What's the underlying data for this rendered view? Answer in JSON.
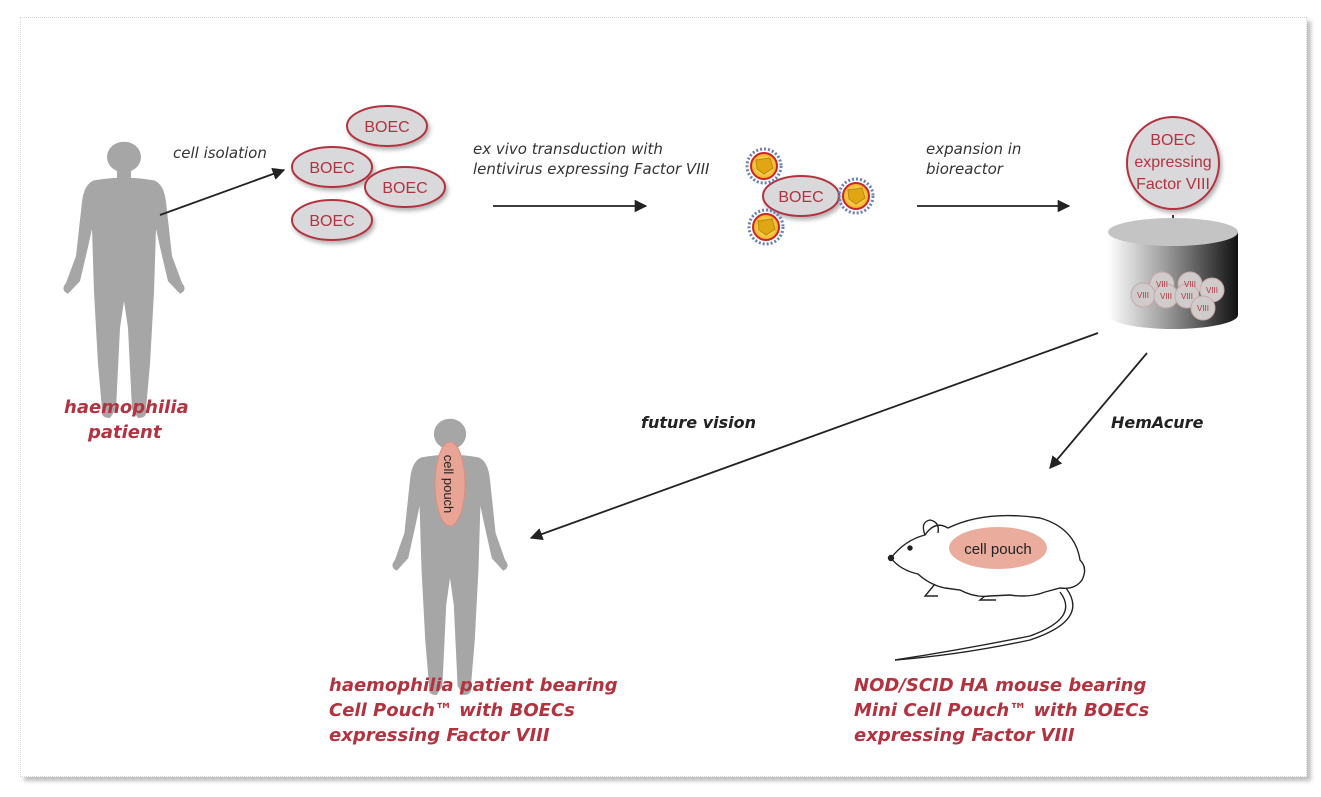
{
  "labels": {
    "cell_isolation": "cell isolation",
    "transduction_line1": "ex vivo transduction with",
    "transduction_line2": "lentivirus expressing Factor VIII",
    "expansion_line1": "expansion in",
    "expansion_line2": "bioreactor",
    "future_vision": "future vision",
    "hemacure": "HemAcure"
  },
  "cells": {
    "boec": "BOEC",
    "expressing_line1": "BOEC",
    "expressing_line2": "expressing",
    "expressing_line3": "Factor VIII",
    "viii": "VIII",
    "cell_pouch": "cell pouch"
  },
  "captions": {
    "patient_line1": "haemophilia",
    "patient_line2": "patient",
    "future_line1": "haemophilia patient bearing",
    "future_line2": "Cell Pouch™ with BOECs",
    "future_line3": "expressing Factor VIII",
    "mouse_line1": "NOD/SCID HA mouse bearing",
    "mouse_line2": "Mini Cell Pouch™ with BOECs",
    "mouse_line3": "expressing Factor VIII"
  },
  "colors": {
    "accent_red": "#b23340",
    "cell_fill": "#d9d9db",
    "silhouette": "#a6a6a6",
    "pouch": "#e8a595"
  }
}
